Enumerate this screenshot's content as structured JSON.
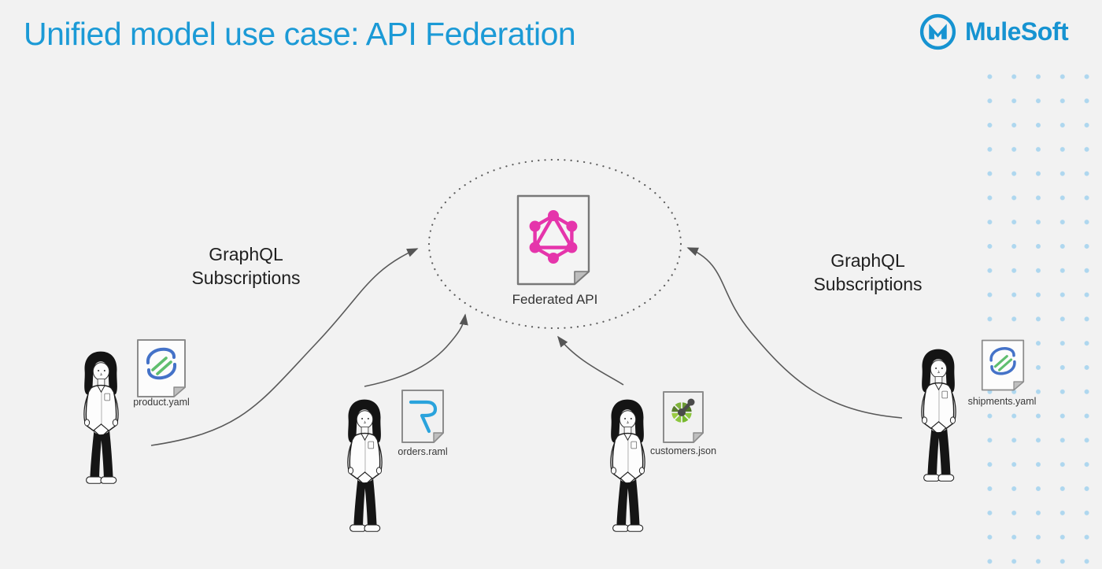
{
  "title": "Unified model use case: API Federation",
  "brand": {
    "name": "MuleSoft"
  },
  "federated": {
    "label": "Federated API",
    "icon": "graphql-document-icon"
  },
  "connectors": [
    {
      "side": "left",
      "line1": "GraphQL",
      "line2": "Subscriptions"
    },
    {
      "side": "right",
      "line1": "GraphQL",
      "line2": "Subscriptions"
    }
  ],
  "sources": [
    {
      "file": "product.yaml",
      "icon": "openapi-yaml-document-icon"
    },
    {
      "file": "orders.raml",
      "icon": "raml-document-icon"
    },
    {
      "file": "customers.json",
      "icon": "openapi-json-document-icon"
    },
    {
      "file": "shipments.yaml",
      "icon": "openapi-yaml-document-icon"
    }
  ],
  "colors": {
    "background": "#F2F2F2",
    "title_blue": "#1B9AD6",
    "brand_blue": "#1693D1",
    "graphql_pink": "#E535AB",
    "raml_blue": "#2AA3DC",
    "openapi_blue": "#4472C8",
    "openapi_green": "#5FBE6E",
    "json_green": "#8CC63E",
    "connector_gray": "#595959",
    "dot_blue": "#AED7EF"
  }
}
